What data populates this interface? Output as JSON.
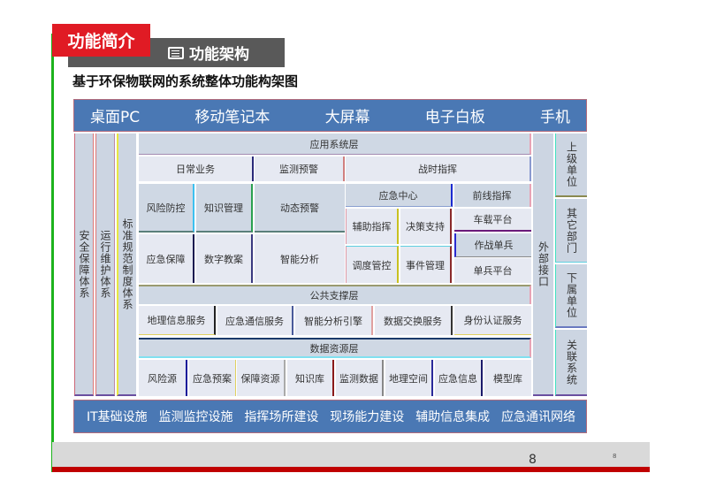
{
  "header": {
    "section_tab": "功能简介",
    "sub_tab_icon": "presentation-board-icon",
    "sub_tab": "功能架构",
    "subtitle": "基于环保物联网的系统整体功能构架图"
  },
  "devices": [
    "桌面PC",
    "移动笔记本",
    "大屏幕",
    "电子白板",
    "手机"
  ],
  "left_columns": [
    "安全保障体系",
    "运行维护体系",
    "标准规范制度体系"
  ],
  "application_layer": {
    "title": "应用系统层",
    "row1": [
      "日常业务",
      "监测预警",
      "战时指挥"
    ],
    "left_grid": [
      [
        "风险防控",
        "知识管理",
        "动态预警"
      ],
      [
        "应急保障",
        "数字教案",
        "智能分析"
      ]
    ],
    "emergency_center": {
      "title": "应急中心",
      "cells": [
        [
          "辅助指挥",
          "决策支持"
        ],
        [
          "调度管控",
          "事件管理"
        ]
      ]
    },
    "frontline": {
      "title": "前线指挥",
      "items": [
        "车载平台",
        "作战单兵",
        "单兵平台"
      ]
    }
  },
  "support_layer": {
    "title": "公共支撑层",
    "items": [
      "地理信息服务",
      "应急通信服务",
      "智能分析引擎",
      "数据交换服务",
      "身份认证服务"
    ]
  },
  "data_layer": {
    "title": "数据资源层",
    "items": [
      "风险源",
      "应急预案",
      "保障资源",
      "知识库",
      "监测数据",
      "地理空间",
      "应急信息",
      "模型库"
    ]
  },
  "external_interface": "外部接口",
  "right_units": [
    "上级单位",
    "其它部门",
    "下属单位",
    "关联系统"
  ],
  "infrastructure": [
    "IT基础设施",
    "监测监控设施",
    "指挥场所建设",
    "现场能力建设",
    "辅助信息集成",
    "应急通讯网络"
  ],
  "footer": {
    "page_number": "8",
    "page_number_small": "8"
  },
  "colors": {
    "accent_red": "#e01b24",
    "tab_gray": "#595959",
    "bar_blue": "#4a78b4",
    "cell_blue": "#cfd8e4",
    "cell_light": "#e6e9f2",
    "footer_red": "#c00000",
    "left_green": "#1db31d"
  }
}
